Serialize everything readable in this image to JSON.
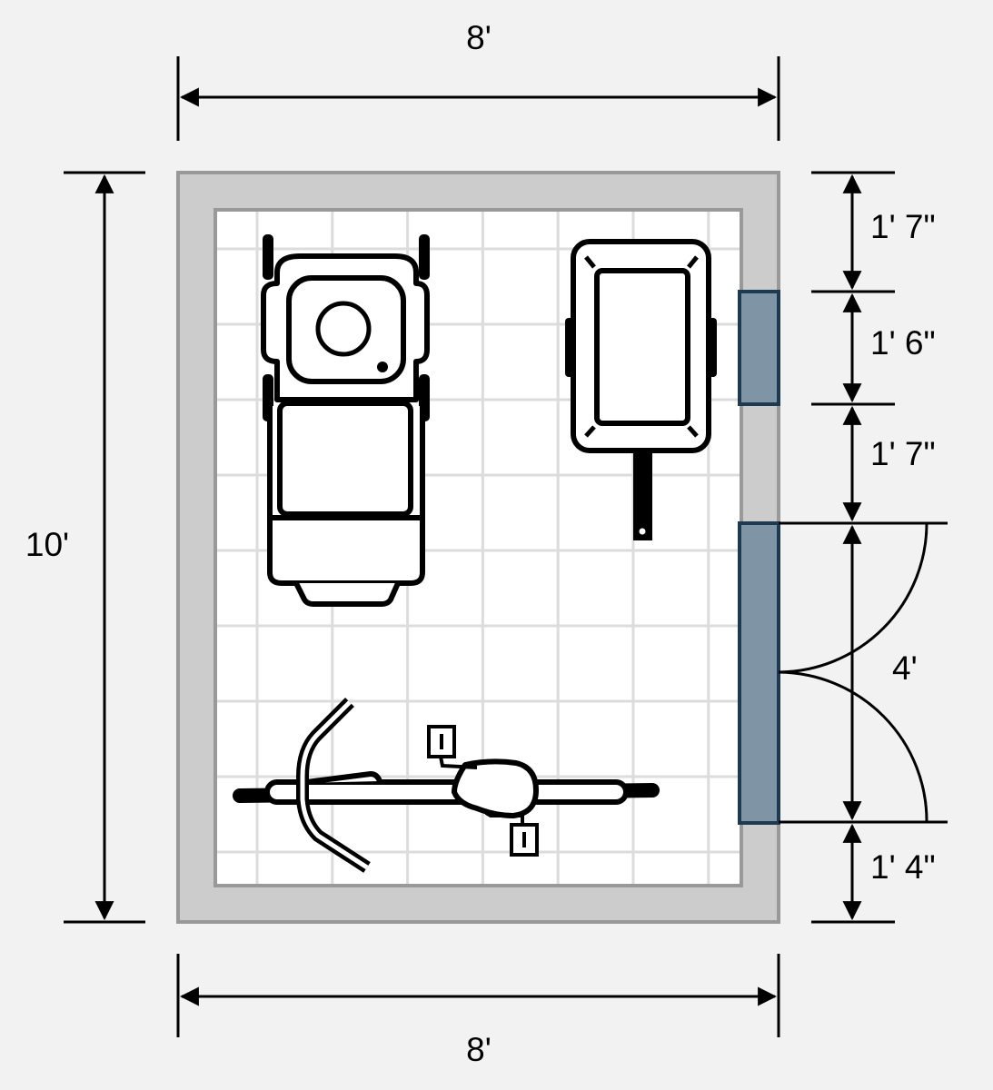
{
  "diagram": {
    "type": "floor-plan",
    "dimensions": {
      "top_width": "8'",
      "bottom_width": "8'",
      "left_height": "10'",
      "right_segments": [
        "1' 7\"",
        "1' 6\"",
        "1' 7\"",
        "4'",
        "1' 4\""
      ]
    },
    "objects": [
      "lawn-mower",
      "wheelbarrow-cart",
      "bicycle",
      "window",
      "double-door"
    ],
    "colors": {
      "background": "#f2f2f2",
      "wall": "#cccccc",
      "wall_edge": "#999999",
      "floor": "#ffffff",
      "grid": "#dcdcdc",
      "opening_fill": "#7f95a6",
      "opening_stroke": "#1d3a50"
    }
  }
}
